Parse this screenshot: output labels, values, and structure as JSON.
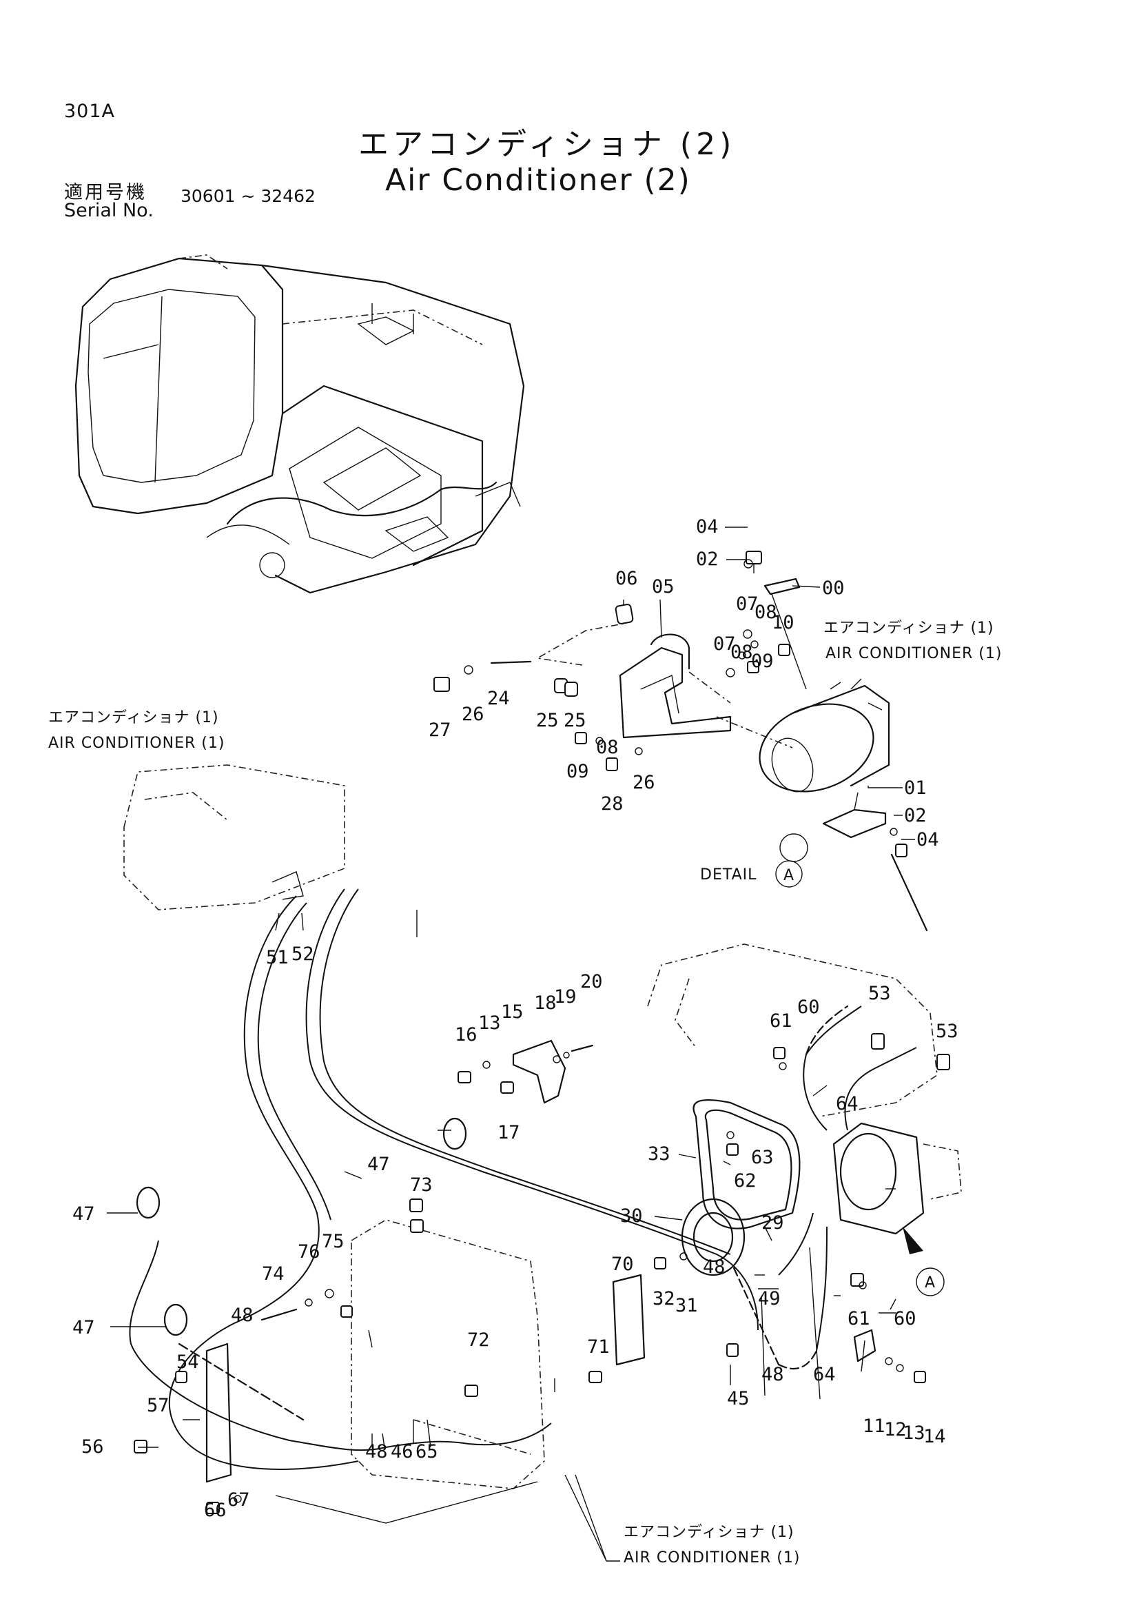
{
  "header": {
    "page_number": "301A",
    "title_jp": "エアコンディショナ (2)",
    "title_en": "Air Conditioner (2)",
    "serial_label_jp": "適用号機",
    "serial_label_en": "Serial No.",
    "serial_range": "30601 ~ 32462"
  },
  "references": {
    "ac1_top_jp": "エアコンディショナ (1)",
    "ac1_top_en": "AIR CONDITIONER (1)",
    "ac1_left_jp": "エアコンディショナ (1)",
    "ac1_left_en": "AIR CONDITIONER (1)",
    "ac1_bottom_jp": "エアコンディショナ (1)",
    "ac1_bottom_en": "AIR CONDITIONER (1)",
    "detail_label": "DETAIL",
    "detail_letter": "A",
    "pointer_letter": "A"
  },
  "callouts": [
    "04",
    "02",
    "00",
    "06",
    "05",
    "07",
    "08",
    "10",
    "07",
    "08",
    "09",
    "27",
    "26",
    "24",
    "25",
    "25",
    "08",
    "09",
    "26",
    "28",
    "01",
    "02",
    "04",
    "51",
    "52",
    "16",
    "13",
    "15",
    "18",
    "19",
    "20",
    "17",
    "61",
    "60",
    "53",
    "53",
    "64",
    "33",
    "63",
    "62",
    "30",
    "29",
    "48",
    "49",
    "32",
    "31",
    "47",
    "73",
    "47",
    "75",
    "76",
    "74",
    "48",
    "70",
    "71",
    "72",
    "47",
    "54",
    "57",
    "56",
    "48",
    "46",
    "65",
    "45",
    "48",
    "64",
    "61",
    "60",
    "11",
    "12",
    "13",
    "14",
    "66",
    "67"
  ]
}
